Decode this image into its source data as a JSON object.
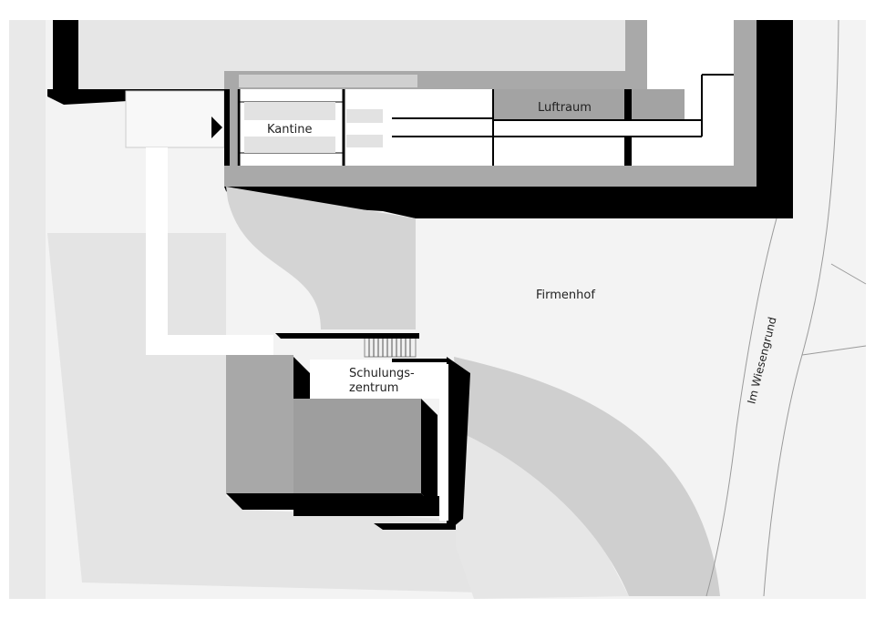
{
  "labels": {
    "kantine": "Kantine",
    "luftraum": "Luftraum",
    "firmenhof": "Firmenhof",
    "schulung_line1": "Schulungs-",
    "schulung_line2": "zentrum",
    "street": "Im Wiesengrund"
  },
  "colors": {
    "background": "#ffffff",
    "ground_light": "#ececec",
    "ground_mid": "#d8d8d8",
    "building_grey": "#a8a8a8",
    "roof_dark_grey": "#9c9c9c",
    "walls": "#000000",
    "canopy": "#f4f4f4"
  }
}
